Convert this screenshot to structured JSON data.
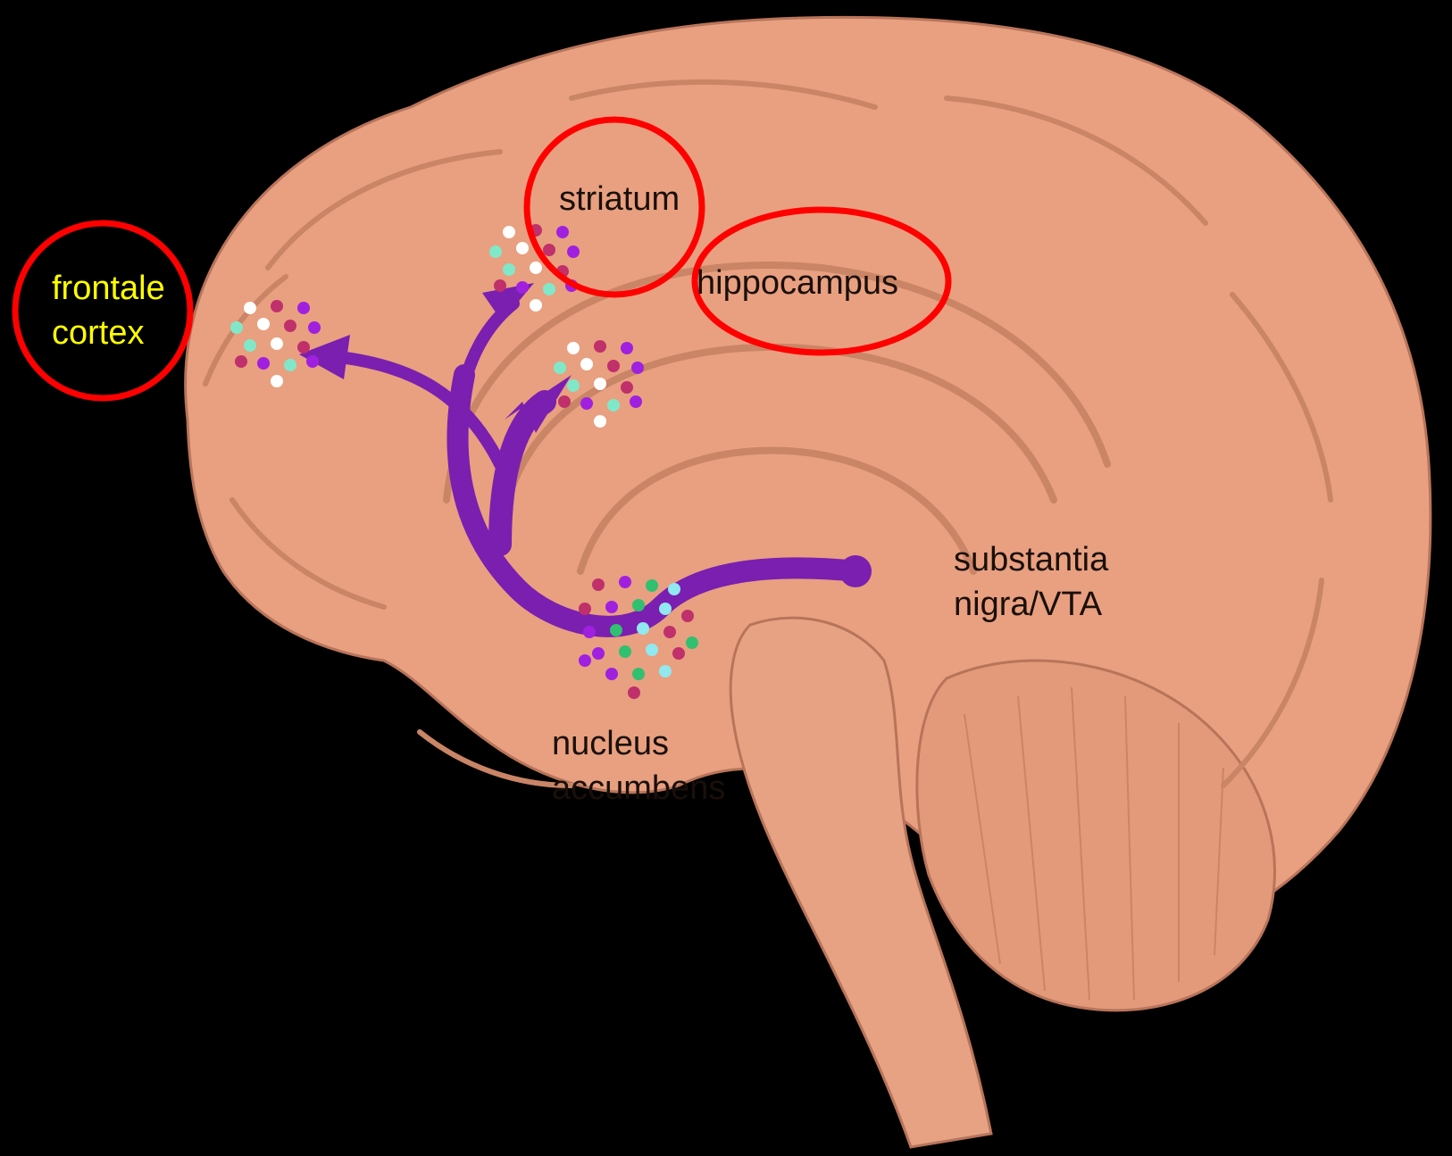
{
  "labels": {
    "frontal_cortex": [
      "frontale",
      "cortex"
    ],
    "striatum": "striatum",
    "hippocampus": "hippocampus",
    "substantia_nigra": [
      "substantia",
      "nigra/VTA"
    ],
    "nucleus_accumbens": [
      "nucleus",
      "accumbens"
    ]
  },
  "colors": {
    "background": "#000000",
    "brain": "#e8a080",
    "brain_dark": "#b8745a",
    "pathway": "#7a1fb0",
    "highlight_ring": "#ff0000",
    "highlight_text": "#ffff00",
    "label_text": "#1a0f0a",
    "dots": [
      "#ffffff",
      "#c0306a",
      "#a020e0",
      "#80e8c8",
      "#30c070",
      "#90e8f0"
    ]
  },
  "icons": {
    "highlight": "red-ellipse",
    "pathway": "purple-arrow",
    "neurotransmitter": "dot-cluster"
  }
}
